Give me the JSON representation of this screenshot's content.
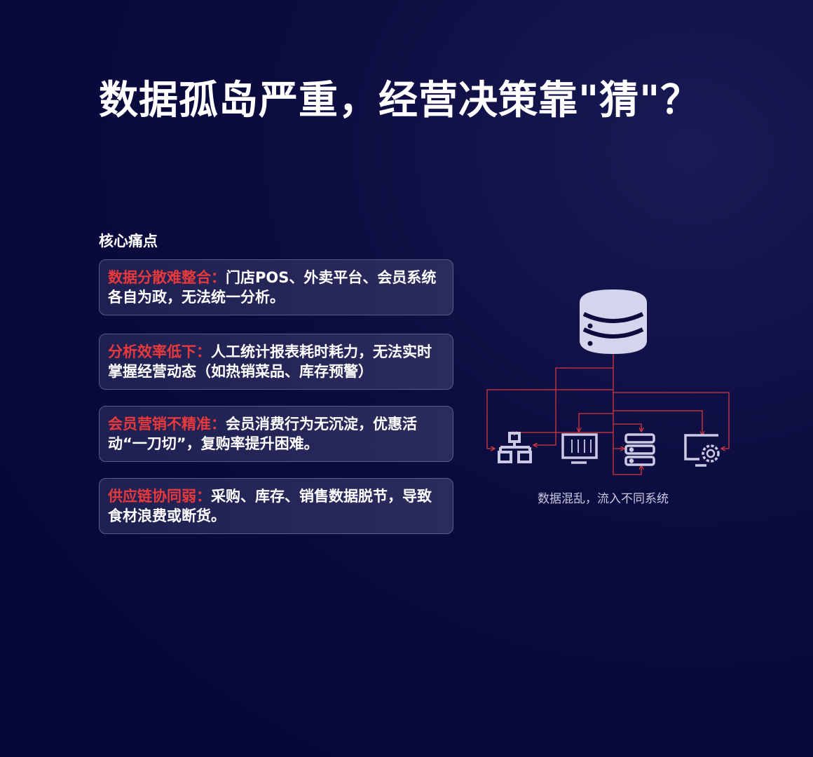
{
  "title": "数据孤岛严重，经营决策靠\"猜\"？",
  "section_label": "核心痛点",
  "pain_points": [
    {
      "heading": "数据分散难整合：",
      "text": "门店POS、外卖平台、会员系统各自为政，无法统一分析。"
    },
    {
      "heading": "分析效率低下：",
      "text": "人工统计报表耗时耗力，无法实时掌握经营动态（如热销菜品、库存预警）"
    },
    {
      "heading": "会员营销不精准：",
      "text": "会员消费行为无沉淀，优惠活动“一刀切”，复购率提升困难。"
    },
    {
      "heading": "供应链协同弱：",
      "text": "采购、库存、销售数据脱节，导致食材浪费或断货。"
    }
  ],
  "diagram": {
    "caption": "数据混乱，流入不同系统",
    "icons": [
      "database-icon",
      "network-icon",
      "monitor-sliders-icon",
      "server-icon",
      "monitor-gear-icon"
    ]
  },
  "colors": {
    "accent": "#e8393c",
    "line": "#d2383e",
    "icon": "#d4d5ec",
    "background": "#0b0b3e"
  }
}
